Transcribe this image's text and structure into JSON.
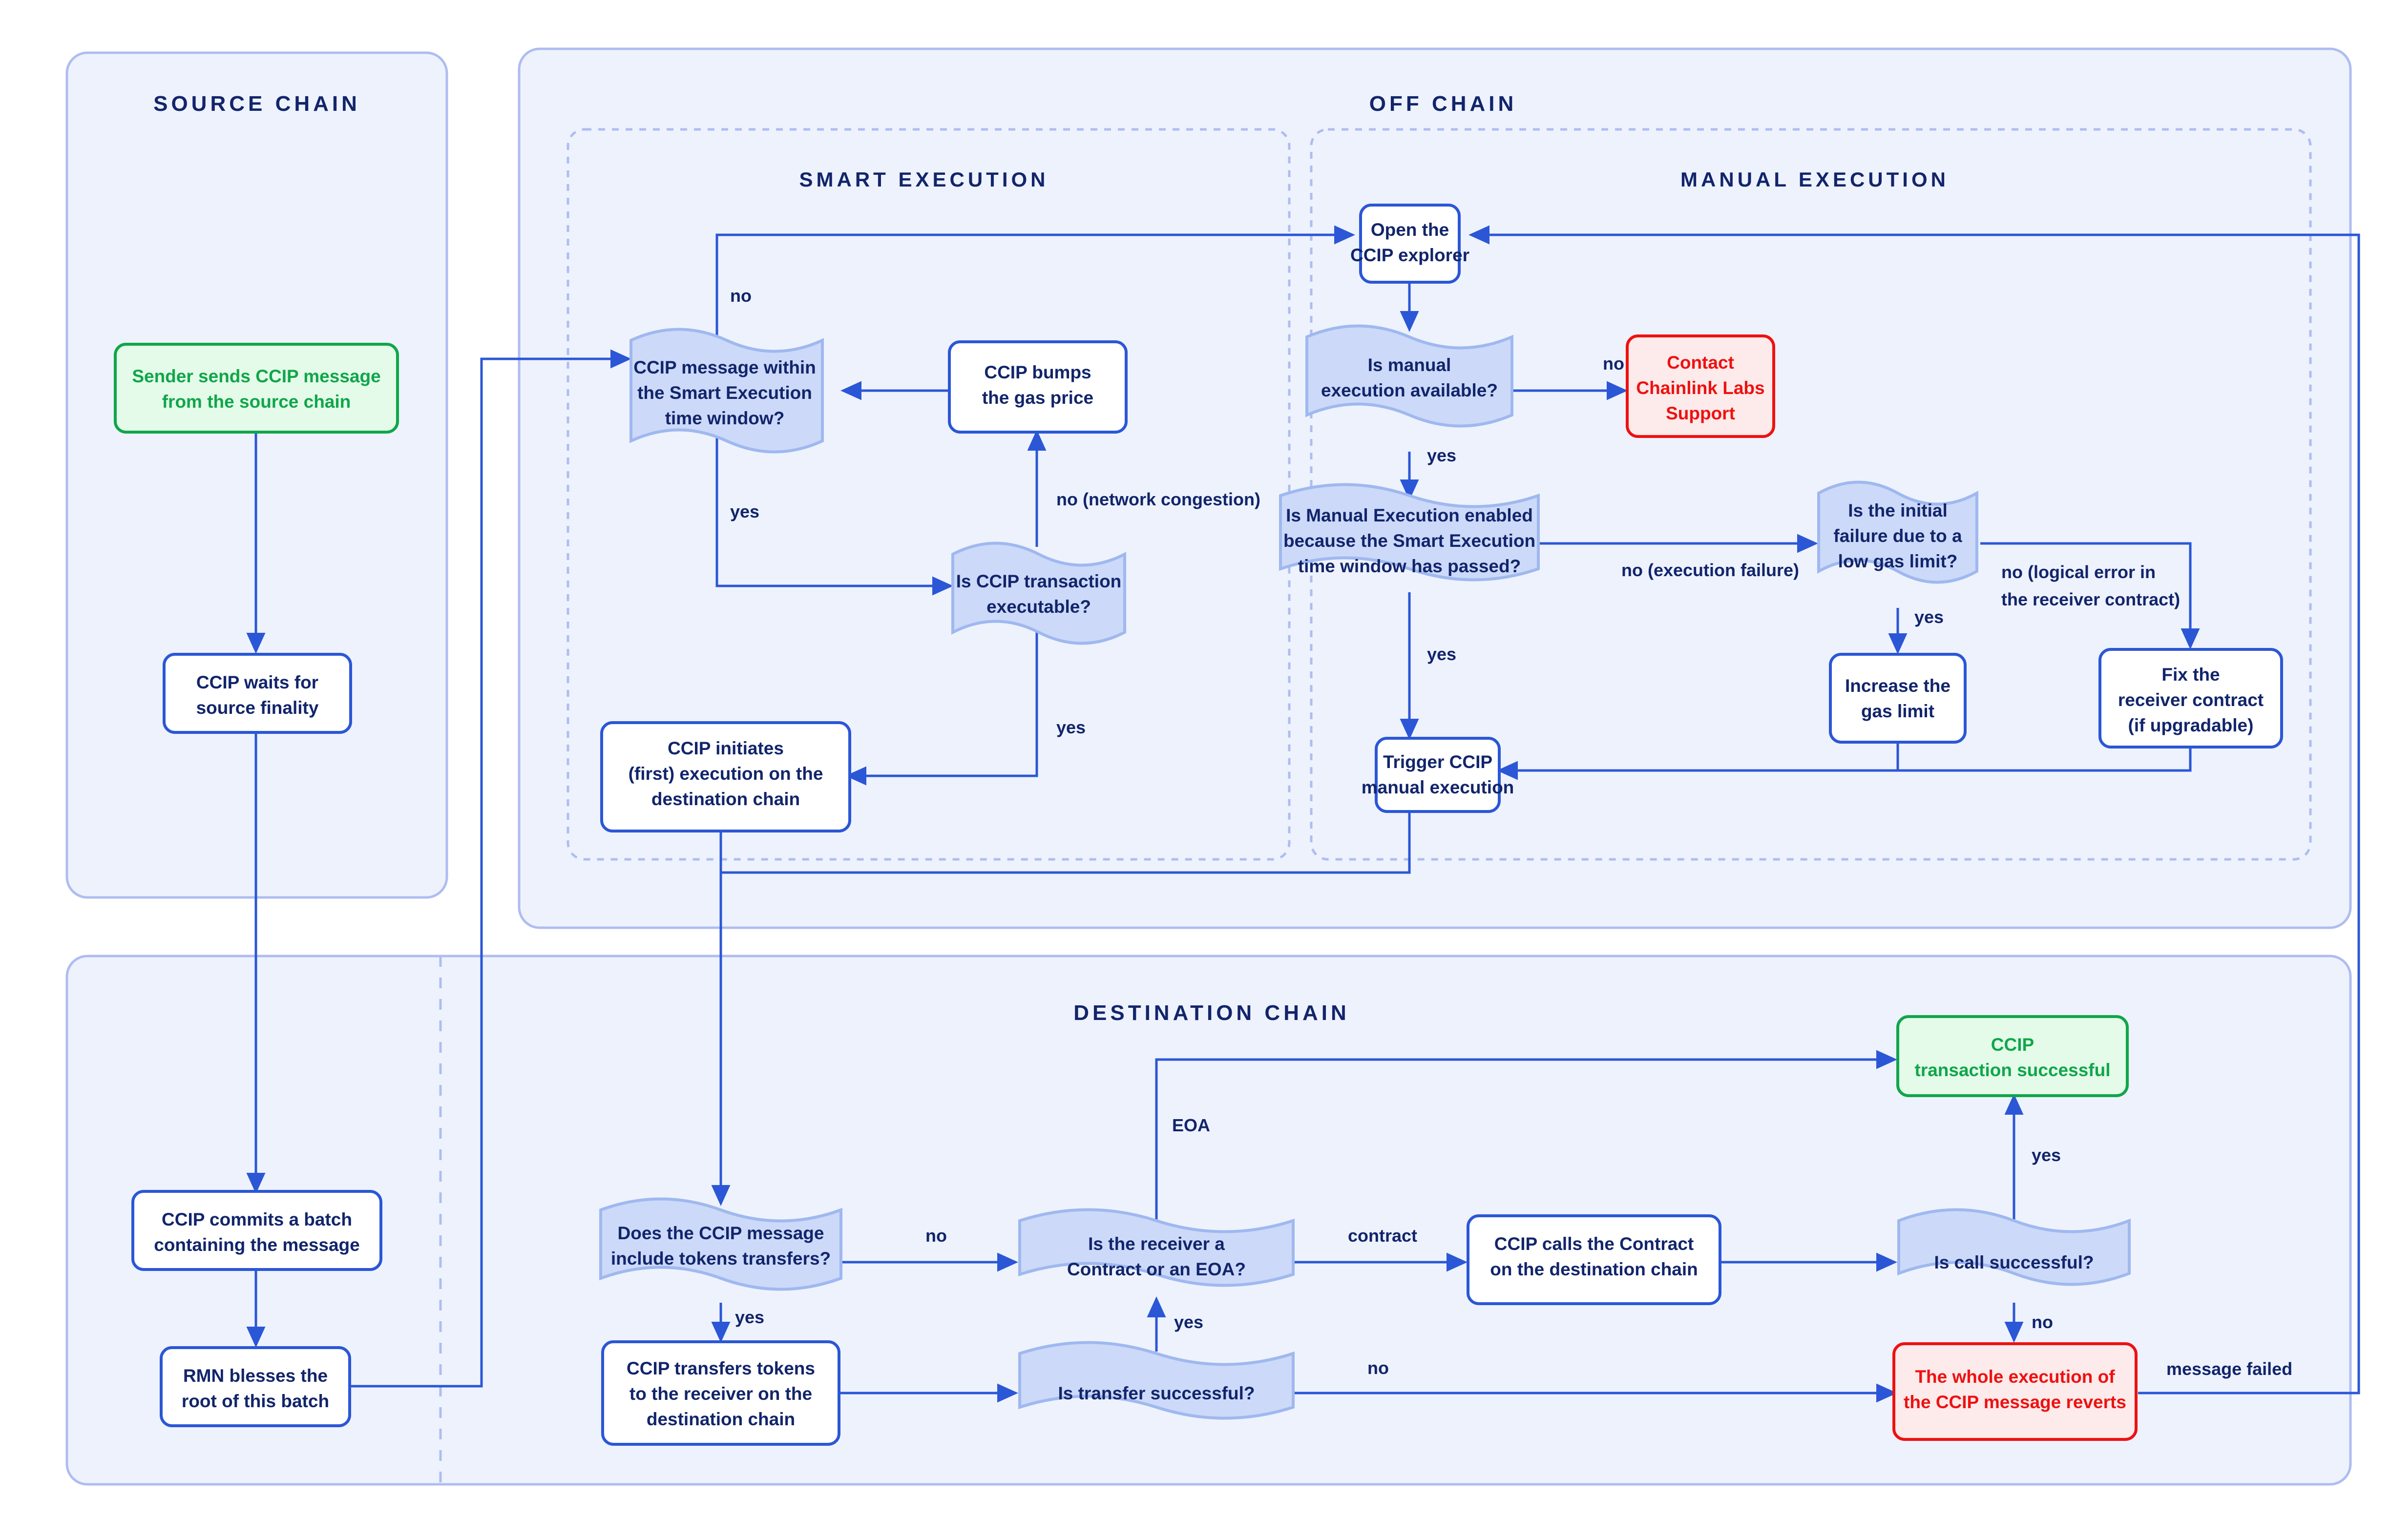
{
  "diagram": {
    "title": "CCIP Execution Flow",
    "colors": {
      "panel_bg": "#eef2fd",
      "panel_border": "#aebdf0",
      "edge": "#2b57d6",
      "decision_fill": "#ccd9f9",
      "decision_border": "#9fb8ef",
      "process_fill": "#ffffff",
      "process_border": "#2b57d6",
      "success_fill": "#e4fbe9",
      "success_border": "#10a64a",
      "success_text": "#10a64a",
      "error_fill": "#fdeaea",
      "error_border": "#ee1111",
      "error_text": "#ee1111",
      "text": "#12256b"
    },
    "panels": [
      {
        "id": "source-chain",
        "title": "SOURCE CHAIN"
      },
      {
        "id": "off-chain",
        "title": "OFF CHAIN"
      },
      {
        "id": "destination-chain",
        "title": "DESTINATION CHAIN"
      }
    ],
    "sub_panels": [
      {
        "id": "smart-execution",
        "title": "SMART EXECUTION"
      },
      {
        "id": "manual-execution",
        "title": "MANUAL EXECUTION"
      }
    ],
    "nodes": [
      {
        "id": "sender-sends",
        "type": "success",
        "lines": [
          "Sender sends CCIP message",
          "from the source chain"
        ]
      },
      {
        "id": "waits-finality",
        "type": "process",
        "lines": [
          "CCIP waits for",
          "source finality"
        ]
      },
      {
        "id": "commits-batch",
        "type": "process",
        "lines": [
          "CCIP commits a batch",
          "containing the message"
        ]
      },
      {
        "id": "rmn-blesses",
        "type": "process",
        "lines": [
          "RMN blesses the",
          "root of this batch"
        ]
      },
      {
        "id": "within-window",
        "type": "decision",
        "lines": [
          "CCIP message within",
          "the Smart Execution",
          "time window?"
        ]
      },
      {
        "id": "bumps-gas",
        "type": "process",
        "lines": [
          "CCIP bumps",
          "the gas price"
        ]
      },
      {
        "id": "tx-executable",
        "type": "decision",
        "lines": [
          "Is CCIP transaction",
          "executable?"
        ]
      },
      {
        "id": "initiates-exec",
        "type": "process",
        "lines": [
          "CCIP initiates",
          "(first) execution on the",
          "destination chain"
        ]
      },
      {
        "id": "open-explorer",
        "type": "process",
        "lines": [
          "Open the",
          "CCIP explorer"
        ]
      },
      {
        "id": "manual-available",
        "type": "decision",
        "lines": [
          "Is manual",
          "execution available?"
        ]
      },
      {
        "id": "contact-support",
        "type": "error",
        "lines": [
          "Contact",
          "Chainlink Labs",
          "Support"
        ]
      },
      {
        "id": "manual-enabled",
        "type": "decision",
        "lines": [
          "Is Manual Execution enabled",
          "because the Smart Execution",
          "time window has passed?"
        ]
      },
      {
        "id": "initial-failure",
        "type": "decision",
        "lines": [
          "Is the initial",
          "failure due to a",
          "low gas limit?"
        ]
      },
      {
        "id": "increase-gas",
        "type": "process",
        "lines": [
          "Increase the",
          "gas limit"
        ]
      },
      {
        "id": "fix-receiver",
        "type": "process",
        "lines": [
          "Fix the",
          "receiver contract",
          "(if upgradable)"
        ]
      },
      {
        "id": "trigger-manual",
        "type": "process",
        "lines": [
          "Trigger CCIP",
          "manual execution"
        ]
      },
      {
        "id": "include-tokens",
        "type": "decision",
        "lines": [
          "Does the CCIP message",
          "include tokens transfers?"
        ]
      },
      {
        "id": "transfers-tokens",
        "type": "process",
        "lines": [
          "CCIP transfers tokens",
          "to the receiver on the",
          "destination chain"
        ]
      },
      {
        "id": "receiver-type",
        "type": "decision",
        "lines": [
          "Is the receiver a",
          "Contract or an EOA?"
        ]
      },
      {
        "id": "transfer-successful",
        "type": "decision",
        "lines": [
          "Is transfer successful?"
        ]
      },
      {
        "id": "calls-contract",
        "type": "process",
        "lines": [
          "CCIP calls the Contract",
          "on the destination chain"
        ]
      },
      {
        "id": "call-successful",
        "type": "decision",
        "lines": [
          "Is call successful?"
        ]
      },
      {
        "id": "tx-successful",
        "type": "success",
        "lines": [
          "CCIP",
          "transaction successful"
        ]
      },
      {
        "id": "reverts",
        "type": "error",
        "lines": [
          "The whole execution of",
          "the CCIP message reverts"
        ]
      }
    ],
    "edge_labels": [
      {
        "id": "lbl-window-no",
        "text": "no"
      },
      {
        "id": "lbl-window-yes",
        "text": "yes"
      },
      {
        "id": "lbl-exec-no",
        "text": "no (network congestion)"
      },
      {
        "id": "lbl-exec-yes",
        "text": "yes"
      },
      {
        "id": "lbl-manual-no",
        "text": "no"
      },
      {
        "id": "lbl-manual-yes",
        "text": "yes"
      },
      {
        "id": "lbl-enabled-no",
        "text": "no (execution failure)"
      },
      {
        "id": "lbl-enabled-yes",
        "text": "yes"
      },
      {
        "id": "lbl-gas-yes",
        "text": "yes"
      },
      {
        "id": "lbl-gas-no",
        "text": "no (logical error in"
      },
      {
        "id": "lbl-gas-no2",
        "text": "the receiver contract)"
      },
      {
        "id": "lbl-tokens-no",
        "text": "no"
      },
      {
        "id": "lbl-tokens-yes",
        "text": "yes"
      },
      {
        "id": "lbl-eoa",
        "text": "EOA"
      },
      {
        "id": "lbl-contract",
        "text": "contract"
      },
      {
        "id": "lbl-transfer-yes",
        "text": "yes"
      },
      {
        "id": "lbl-transfer-no",
        "text": "no"
      },
      {
        "id": "lbl-call-yes",
        "text": "yes"
      },
      {
        "id": "lbl-call-no",
        "text": "no"
      },
      {
        "id": "lbl-message-failed",
        "text": "message failed"
      }
    ]
  }
}
